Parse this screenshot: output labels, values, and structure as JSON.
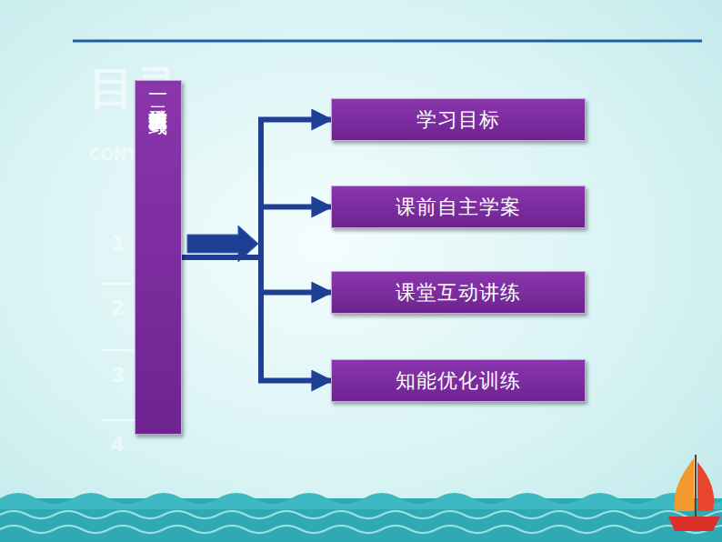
{
  "diagram": {
    "nodes": [
      {
        "text": [
          "一",
          "二维形式的柯西不等式"
        ]
      },
      {
        "text": [
          "学习目标"
        ]
      },
      {
        "text": [
          "课前自主学案"
        ]
      },
      {
        "text": [
          "课堂互动讲练"
        ]
      },
      {
        "text": [
          "知能优化训练"
        ]
      }
    ],
    "edges": [
      {
        "from": 0,
        "to": 1,
        "arrow": "to"
      },
      {
        "from": 0,
        "to": 2,
        "arrow": "to"
      },
      {
        "from": 0,
        "to": 3,
        "arrow": "to"
      },
      {
        "from": 0,
        "to": 4,
        "arrow": "to"
      }
    ],
    "labels": [
      "目录",
      "CONTENTS",
      "1",
      "2",
      "3",
      "4"
    ]
  }
}
